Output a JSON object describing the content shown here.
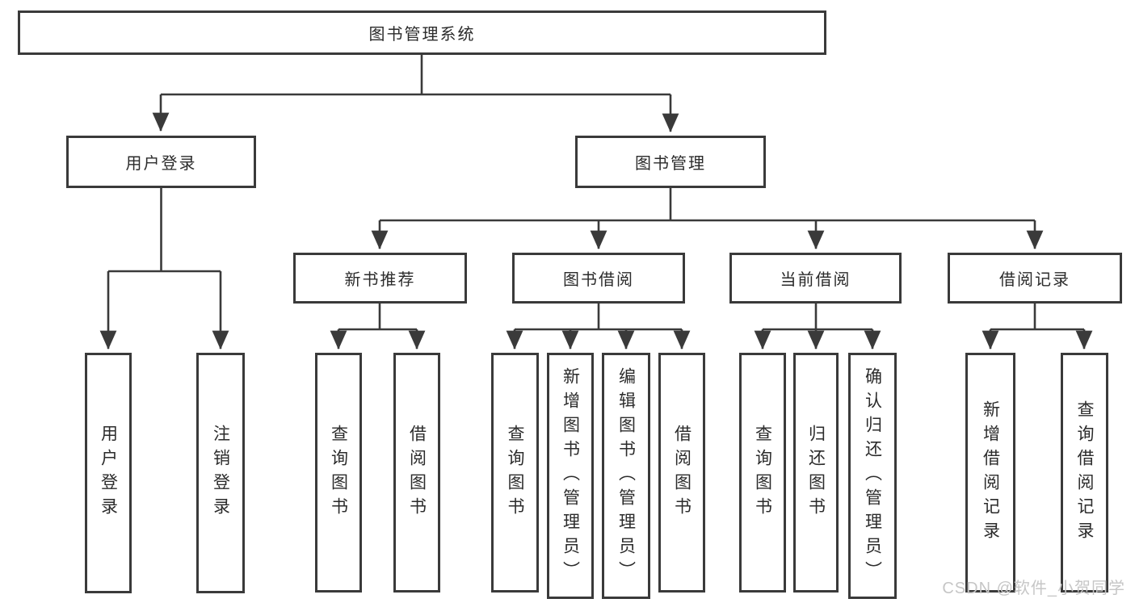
{
  "diagram": {
    "root": "图书管理系统",
    "user_login": {
      "label": "用户登录",
      "children": [
        "用户登录",
        "注销登录"
      ]
    },
    "book_mgmt": {
      "label": "图书管理",
      "children": [
        {
          "label": "新书推荐",
          "children": [
            "查询图书",
            "借阅图书"
          ]
        },
        {
          "label": "图书借阅",
          "children": [
            "查询图书",
            "新增图书（管理员）",
            "编辑图书（管理员）",
            "借阅图书"
          ]
        },
        {
          "label": "当前借阅",
          "children": [
            "查询图书",
            "归还图书",
            "确认归还（管理员）"
          ]
        },
        {
          "label": "借阅记录",
          "children": [
            "新增借阅记录",
            "查询借阅记录"
          ]
        }
      ]
    }
  },
  "watermark": "CSDN @软件_小贺同学",
  "colors": {
    "line": "#3a3a3a",
    "box_border": "#3a3a3a",
    "text": "#2b2b2b",
    "watermark": "#c6c6c6",
    "background": "#ffffff"
  }
}
